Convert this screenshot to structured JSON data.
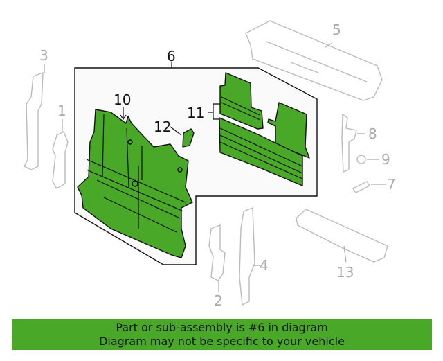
{
  "diagram": {
    "callouts": {
      "c1": "1",
      "c2": "2",
      "c3": "3",
      "c4": "4",
      "c5": "5",
      "c6": "6",
      "c7": "7",
      "c8": "8",
      "c9": "9",
      "c10": "10",
      "c11": "11",
      "c12": "12",
      "c13": "13"
    },
    "highlight_color": "#4aa829",
    "highlighted_part": "6"
  },
  "banner": {
    "line1": "Part or sub-assembly is #6 in diagram",
    "line2": "Diagram may not be specific to your vehicle",
    "color": "#4aa829"
  }
}
